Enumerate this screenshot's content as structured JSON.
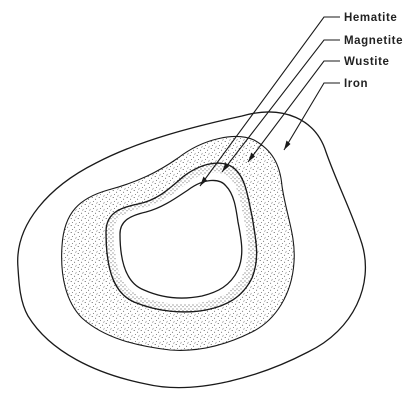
{
  "labels": [
    {
      "id": "hematite",
      "text": "Hematite"
    },
    {
      "id": "magnetite",
      "text": "Magnetite"
    },
    {
      "id": "wustite",
      "text": "Wustite"
    },
    {
      "id": "iron",
      "text": "Iron"
    }
  ],
  "colors": {
    "ink": "#1a1a1a",
    "stipple": "#4a4a4a",
    "background": "#ffffff"
  }
}
